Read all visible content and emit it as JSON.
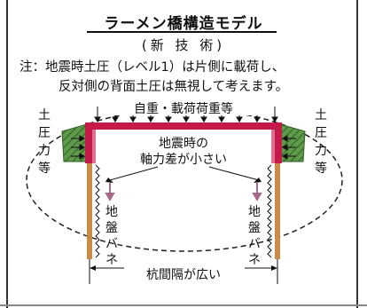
{
  "title": "ラーメン橋構造モデル",
  "subtitle": "(新 技 術)",
  "note_line1": "注：地震時土圧（レベル1）は片側に載荷し、",
  "note_line2": "反対側の背面土圧は無視して考えます。",
  "labels": {
    "top_load": "自重・載荷荷重等",
    "left_earth_pressure": "土圧力等",
    "right_earth_pressure": "土圧力等",
    "axial_diff_line1": "地震時の",
    "axial_diff_line2": "軸力差が小さい",
    "left_spring": "地盤バネ",
    "right_spring": "地盤バネ",
    "pile_spacing": "杭間隔が広い"
  },
  "colors": {
    "frame": "#c41a4a",
    "soil": "#4a8a3a",
    "pile": "#c98a4a",
    "arrow": "#a86a8a"
  }
}
